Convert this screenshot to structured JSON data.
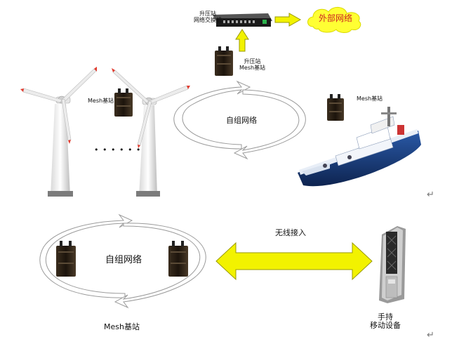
{
  "top": {
    "switch_label_line1": "升压站",
    "switch_label_line2": "网络交换机",
    "cloud_label": "外部网络",
    "booster_label_line1": "升压站",
    "booster_label_line2": "Mesh基站",
    "wind_mesh_label": "Mesh基站",
    "dots": "• • • • • •",
    "selfnet_label": "自组网络",
    "ship_mesh_label": "Mesh基站"
  },
  "bottom": {
    "selfnet_label": "自组网络",
    "mesh_label": "Mesh基站",
    "wireless_label": "无线接入",
    "handheld_line1": "手持",
    "handheld_line2": "移动设备"
  },
  "marks": {
    "return1": "↵",
    "return2": "↵"
  },
  "colors": {
    "arrow_yellow": "#f2f200",
    "arrow_stroke": "#9a9a00",
    "cloud": "#ffff33",
    "ship_blue": "#1f3f7a",
    "blade_tip": "#e23b2e"
  }
}
